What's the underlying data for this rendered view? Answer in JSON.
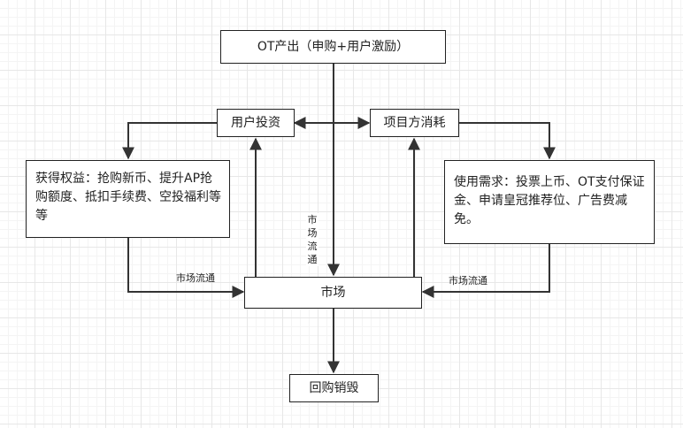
{
  "nodes": {
    "ot_output": "OT产出（申购+用户激励）",
    "user_invest": "用户投资",
    "project_consume": "项目方消耗",
    "benefits": "获得权益：抢购新币、提升AP抢购额度、抵扣手续费、空投福利等等",
    "usage_demand": "使用需求：投票上币、OT支付保证金、申请皇冠推荐位、广告费减免。",
    "market": "市场",
    "buyback": "回购销毁"
  },
  "edge_labels": {
    "left_market_flow": "市场流通",
    "center_market_flow": "市场流通",
    "right_market_flow": "市场流通"
  },
  "colors": {
    "line": "#333333",
    "border": "#222222",
    "grid": "#e7e7e7"
  }
}
